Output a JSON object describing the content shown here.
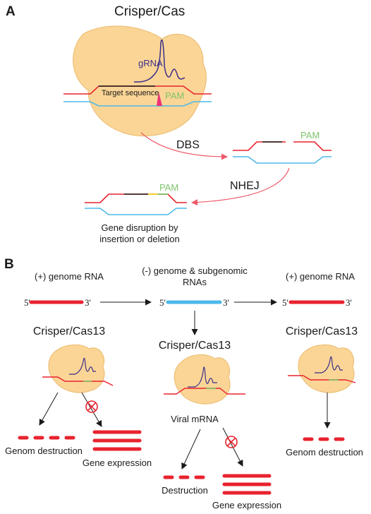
{
  "panel_a": {
    "label": "A",
    "title": "Crisper/Cas",
    "grna_label": "gRNA",
    "target_label": "Target sequence",
    "pam_label": "PAM",
    "dbs_label": "DBS",
    "pam_label_2": "PAM",
    "nhej_label": "NHEJ",
    "pam_label_3": "PAM",
    "outcome_line1": "Gene disruption by",
    "outcome_line2": "insertion or deletion"
  },
  "panel_b": {
    "label": "B",
    "left": {
      "genome_label": "(+) genome RNA",
      "five_prime": "5'",
      "three_prime": "3'",
      "cas_label": "Crisper/Cas13",
      "destruction_label": "Genom destruction",
      "expression_label": "Gene expression"
    },
    "middle": {
      "genome_line1": "(-) genome & subgenomic",
      "genome_line2": "RNAs",
      "five_prime": "5'",
      "three_prime": "3'",
      "cas_label": "Crisper/Cas13",
      "mrna_label": "Viral mRNA",
      "destruction_label": "Destruction",
      "expression_label": "Gene expression"
    },
    "right": {
      "genome_label": "(+) genome RNA",
      "five_prime": "5'",
      "three_prime": "3'",
      "cas_label": "Crisper/Cas13",
      "destruction_label": "Genom destruction"
    }
  },
  "colors": {
    "enzyme_fill": "#fbd596",
    "dna_red": "#e8232f",
    "dna_blue": "#4db8e8",
    "rna_purple": "#3a2e8a",
    "pam_green": "#7cc46b",
    "cut_pink": "#e8347a",
    "arrow_red": "#ee5a6a",
    "inhibit_red": "#e8232f"
  }
}
